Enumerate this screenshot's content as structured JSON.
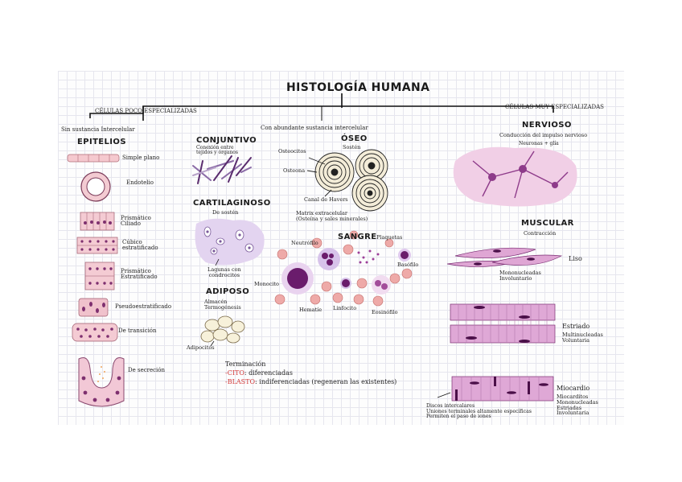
{
  "title": "HISTOLOGÍA HUMANA",
  "branches": {
    "poco": "CÉLULAS POCO ESPECIALIZADAS",
    "muy": "CÉLULAS MUY ESPECIALIZADAS",
    "sin": "Sin sustancia Intercelular",
    "con": "Con abundante sustancia intercelular"
  },
  "epitelios": {
    "title": "EPITELIOS",
    "items": [
      "Simple plano",
      "Endotelio",
      "Prismático\nCiliado",
      "Cúbico\nestratificado",
      "Prismático\nEstratificado",
      "Pseudoestratificado",
      "De transición",
      "De secreción"
    ]
  },
  "conjuntivo": {
    "title": "CONJUNTIVO",
    "desc": "Conexión entre\ntejidos y órganos"
  },
  "cartilaginoso": {
    "title": "CARTILAGINOSO",
    "desc": "De sostén",
    "note": "Lagunas con\ncondrocitos"
  },
  "adiposo": {
    "title": "ADIPOSO",
    "desc": "Almacén\nTermogénesis",
    "note": "Adipocitos"
  },
  "oseo": {
    "title": "ÓSEO",
    "desc": "Sostén",
    "labels": [
      "Osteocitos",
      "Osteona",
      "Canal de Havers"
    ],
    "matrix": "Matrix extracelular\n(Osteína y sales minerales)"
  },
  "sangre": {
    "title": "SANGRE",
    "labels": [
      "Neutrófilo",
      "Plaquetas",
      "Basófilo",
      "Monocito",
      "Hematíe",
      "Linfocito",
      "Eosinófilo"
    ]
  },
  "terminacion": {
    "title": "Terminación",
    "cito_term": "-CITO",
    "cito": ": diferenciadas",
    "blasto_term": "-BLASTO",
    "blasto": ": indiferenciadas (regeneran las existentes)"
  },
  "nervioso": {
    "title": "NERVIOSO",
    "desc": "Conducción del impulso nervioso",
    "sub": "Neuronas + glía"
  },
  "muscular": {
    "title": "MUSCULAR",
    "desc": "Contracción",
    "liso": {
      "name": "Liso",
      "desc": "Mononucleadas\nInvoluntario"
    },
    "estriado": {
      "name": "Estriado",
      "desc": "Multinucleadas\nVoluntaria"
    },
    "miocardio": {
      "name": "Miocardio",
      "desc": "Miocarditos\nMononucleadas\nEstriadas\nInvoluntaria",
      "note": "Discos intercalares\nUniones terminales altamente específicas\nPermiten el paso de iones"
    }
  },
  "colors": {
    "accent": "#8e3b8a",
    "pink": "#e7b7dc",
    "light_pink": "#f4dbef",
    "lilac": "#d9c9ec",
    "red_cell": "#eeaaa8",
    "dark": "#56104e"
  }
}
